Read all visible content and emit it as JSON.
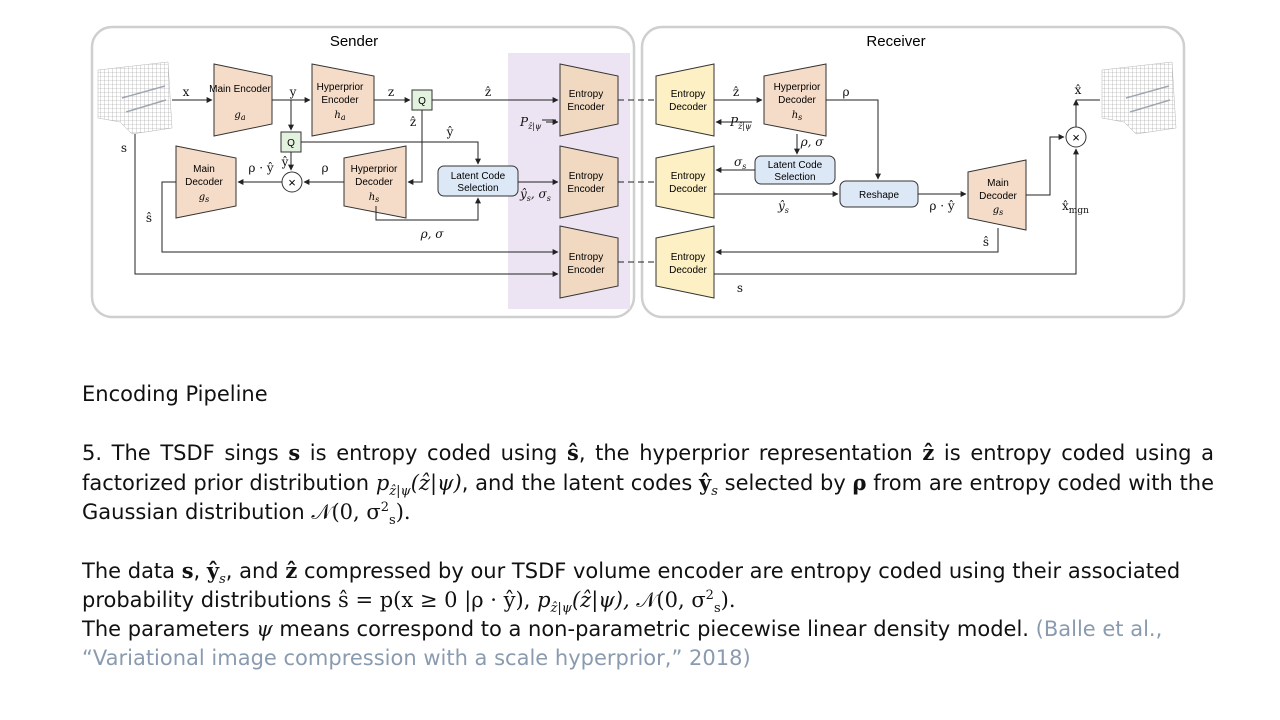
{
  "diagram": {
    "sender_title": "Sender",
    "receiver_title": "Receiver",
    "blocks": {
      "main_encoder": {
        "name": "Main Encoder",
        "sym": "g_a"
      },
      "hyperprior_encoder": {
        "name": "Hyperprior Encoder",
        "sym": "h_a"
      },
      "quant_top": "Q",
      "quant_mid": "Q",
      "entropy_encoder": "Entropy Encoder",
      "main_decoder_sender": {
        "name": "Main Decoder",
        "sym": "g_s"
      },
      "hyperprior_decoder_sender": {
        "name": "Hyperprior Decoder",
        "sym": "h_s"
      },
      "latent_code_selection_sender": "Latent Code Selection",
      "entropy_decoder": "Entropy Decoder",
      "hyperprior_decoder_receiver": {
        "name": "Hyperprior Decoder",
        "sym": "h_s"
      },
      "latent_code_selection_receiver": "Latent Code Selection",
      "reshape": "Reshape",
      "main_decoder_receiver": {
        "name": "Main Decoder",
        "sym": "g_s"
      },
      "multiply_symbol": "×"
    },
    "edge_labels": {
      "x": "x",
      "y": "y",
      "z": "z",
      "zhat": "ẑ",
      "yhat": "ŷ",
      "s": "s",
      "shat": "ŝ",
      "rho": "ρ",
      "rho_yhat": "ρ · ŷ",
      "rho_sigma": "ρ, σ",
      "p_zpsi": "P",
      "p_zpsi_sub": "ẑ|ψ",
      "yhat_s_sigma_s": "ŷ",
      "yhat_s_sub": "s",
      "sigma_s": "σ",
      "xhat": "x̂",
      "xhat_mgn": "x̂",
      "xhat_mgn_sub": "mgn"
    }
  },
  "text": {
    "heading": "Encoding Pipeline",
    "p1": {
      "a": "5. The TSDF sings ",
      "s": "s",
      "b": " is entropy coded using ",
      "shat": "ŝ",
      "c": ", the hyperprior representation ",
      "zhat": "ẑ",
      "d": " is entropy coded using a factorized prior distribution ",
      "pz": "p",
      "pz_sub": "ẑ|ψ",
      "pz_arg": "(ẑ|ψ)",
      "e": ", and the latent codes ",
      "yhat": "ŷ",
      "yhat_sub": "s",
      "f": " selected by ",
      "rho": "ρ",
      "g": " from are entropy coded with the Gaussian distribution ",
      "normal": "𝒩(0, σ",
      "normal_sup": "2",
      "normal_sub": "s",
      "normal_end": ")."
    },
    "p2": {
      "a": "The data ",
      "s": "s",
      "b": ", ",
      "yhat": "ŷ",
      "yhat_sub": "s",
      "c": ", and ",
      "zhat": "ẑ",
      "d": " compressed by our TSDF volume encoder are entropy coded using their associated probability distributions ",
      "formula": "ŝ = p(x ≥ 0 |ρ · ŷ),",
      "pz": " p",
      "pz_sub": "ẑ|ψ",
      "pz_arg": "(ẑ|ψ),",
      "normal": " 𝒩(0, σ",
      "normal_sup": "2",
      "normal_sub": "s",
      "normal_end": ")."
    },
    "p3": {
      "a": "The parameters ",
      "psi": "ψ",
      "b": " means correspond to a non-parametric piecewise linear density model. ",
      "cite": "(Balle et al., “Variational image compression with a scale hyperprior,” 2018)"
    }
  },
  "colors": {
    "encoder_fill": "#f5dcc8",
    "decoder_fill": "#fdf0c4",
    "entropy_enc_fill": "#f0d9c0",
    "select_fill": "#dde8f6",
    "quant_fill": "#e3f1df",
    "highlight": "#ece4f2",
    "citation": "#8a9bb0"
  }
}
